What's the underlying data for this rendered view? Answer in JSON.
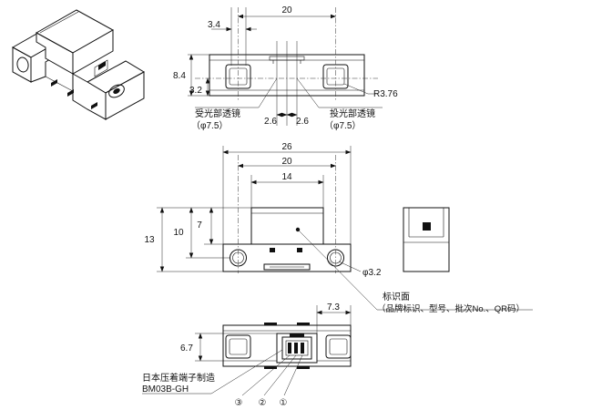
{
  "dimensions": {
    "top_width": "20",
    "slot_width": "3.4",
    "height": "8.4",
    "center_offset": "3.2",
    "radius": "R3.76",
    "lens_gap_left": "2.6",
    "lens_gap_right": "2.6",
    "overall_width": "26",
    "hole_pitch": "20",
    "cover_width": "14",
    "overall_height": "13",
    "body_height": "10",
    "cover_height": "7",
    "hole_dia": "φ3.2",
    "connector_offset": "7.3",
    "connector_height": "6.7"
  },
  "labels": {
    "receiver_lens": "受光部透镜",
    "receiver_lens_dia": "（φ7.5）",
    "emitter_lens": "投光部透镜",
    "emitter_lens_dia": "（φ7.5）",
    "marking_face": "标识面",
    "marking_details": "（品牌标识、型号、批次No.、QR码）",
    "connector_maker": "日本压着端子制造",
    "connector_model": "BM03B-GH",
    "pin3": "③",
    "pin2": "②",
    "pin1": "①"
  }
}
